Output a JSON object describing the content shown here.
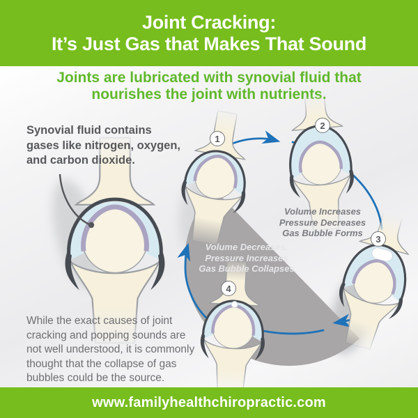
{
  "header": {
    "line1": "Joint Cracking:",
    "line2": "It’s Just Gas that Makes That Sound"
  },
  "subheading": {
    "line1": "Joints are lubricated with synovial fluid that",
    "line2": "nourishes the joint with nutrients."
  },
  "synovial_note": {
    "lines": [
      "Synovial fluid contains",
      "gases like nitrogen, oxygen,",
      "and carbon dioxide."
    ]
  },
  "cycle": {
    "step_numbers": [
      "1",
      "2",
      "3",
      "4"
    ],
    "increase_label": {
      "lines": [
        "Volume Increases",
        "Pressure Decreases",
        "Gas Bubble Forms"
      ]
    },
    "decrease_label": {
      "lines": [
        "Volume Decreases,",
        "Pressure Increases",
        "Gas Bubble Collapses"
      ]
    }
  },
  "conclusion": {
    "lines": [
      "While the exact causes of joint",
      "cracking and popping sounds are",
      "not well understood, it is commonly",
      "thought that the collapse of gas",
      "bubbles could be the source."
    ]
  },
  "footer": {
    "url": "www.familyhealthchiropractic.com"
  },
  "colors": {
    "band_green": "#76bd1d",
    "subhead_green": "#60b82b",
    "arrow_blue": "#1e72b8",
    "cycle_circle_gray": "#a8a6a7",
    "bone_cream": "#f6f0dc",
    "synovial_fluid_blue": "#d7eaf2",
    "cartilage_purple": "#aaa3c1",
    "capsule_outline_charcoal": "#474b52",
    "heading_text": "#ffffff",
    "note_text_dark": "#57585a",
    "paragraph_gray": "#6e6f72"
  }
}
